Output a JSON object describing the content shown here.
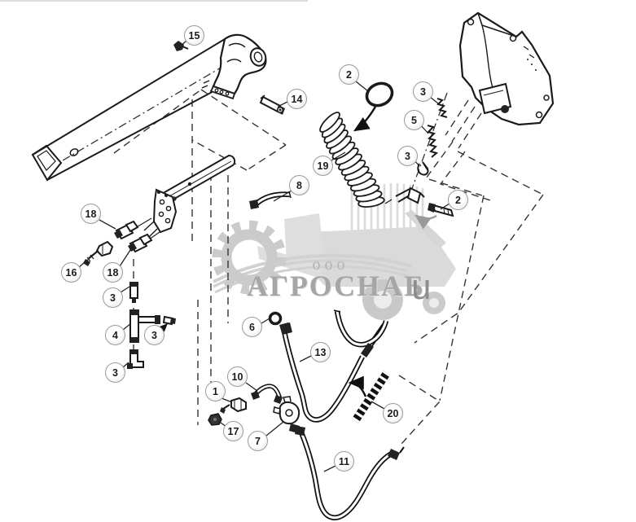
{
  "watermark": {
    "org_prefix": "ооо",
    "brand": "АГРОСНАБ",
    "domain_letter": "u"
  },
  "colors": {
    "line": "#1a1a1a",
    "dashed_line": "#333333",
    "callout_border": "#9a9a9a",
    "watermark_light": "#cccccc",
    "watermark_text": "#a6a6a6",
    "watermark_dark": "#8e8e8e"
  },
  "callouts": [
    {
      "label": "15"
    },
    {
      "label": "14"
    },
    {
      "label": "2"
    },
    {
      "label": "3"
    },
    {
      "label": "5"
    },
    {
      "label": "3"
    },
    {
      "label": "2"
    },
    {
      "label": "19"
    },
    {
      "label": "8"
    },
    {
      "label": "18"
    },
    {
      "label": "16"
    },
    {
      "label": "18"
    },
    {
      "label": "3"
    },
    {
      "label": "4"
    },
    {
      "label": "3"
    },
    {
      "label": "3"
    },
    {
      "label": "6"
    },
    {
      "label": "13"
    },
    {
      "label": "10"
    },
    {
      "label": "1"
    },
    {
      "label": "17"
    },
    {
      "label": "7"
    },
    {
      "label": "11"
    },
    {
      "label": "20"
    }
  ]
}
